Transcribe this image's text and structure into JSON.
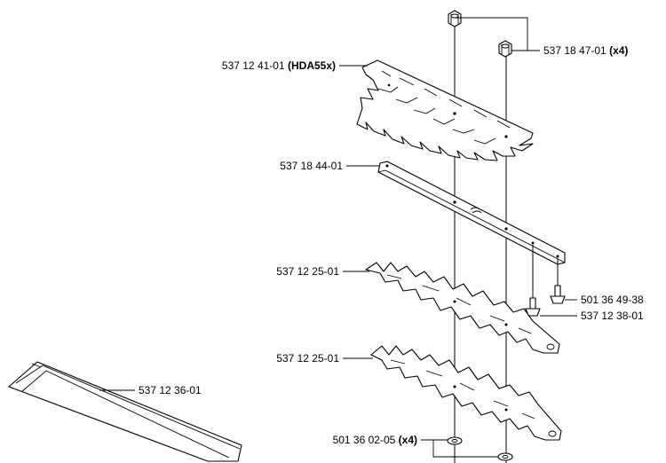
{
  "labels": {
    "blade_top": {
      "num": "537 12 41-01",
      "note": "(HDA55x)"
    },
    "nut": {
      "num": "537 18 47-01",
      "note": "(x4)"
    },
    "guide_plate": {
      "num": "537 18 44-01",
      "note": ""
    },
    "blade_upper": {
      "num": "537 12 25-01",
      "note": ""
    },
    "blade_lower": {
      "num": "537 12 25-01",
      "note": ""
    },
    "screw_a": {
      "num": "501 36 49-38",
      "note": ""
    },
    "screw_b": {
      "num": "537 12 38-01",
      "note": ""
    },
    "guard": {
      "num": "537 12 36-01",
      "note": ""
    },
    "washer": {
      "num": "501 36 02-05",
      "note": "(x4)"
    }
  }
}
